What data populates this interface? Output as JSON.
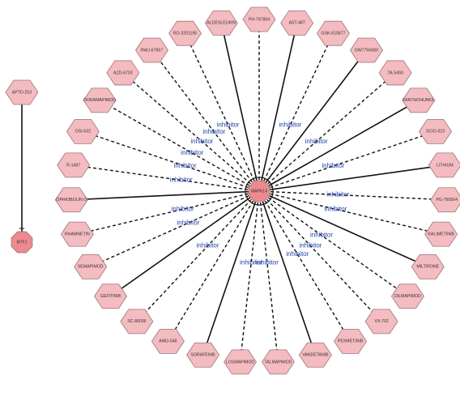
{
  "colors": {
    "node_fill": "#f4bcc0",
    "node_stroke": "#9a7478",
    "hub_fill": "#ee8a8e",
    "edge": "#111111",
    "edge_label": "#1f3fa8"
  },
  "hub": {
    "label": "MAPK14"
  },
  "side_graph": {
    "source": "APTO-253",
    "target": "MTF1"
  },
  "nodes": [
    {
      "label": "PH-797804",
      "edge": "dashed"
    },
    {
      "label": "AST-487",
      "edge": "solid"
    },
    {
      "label": "GSK-610677",
      "edge": "dashed"
    },
    {
      "label": "GW775608X",
      "edge": "solid"
    },
    {
      "label": "TA-5493",
      "edge": "dashed"
    },
    {
      "label": "XANTHOHUMOL",
      "edge": "solid"
    },
    {
      "label": "SCIO-323",
      "edge": "dashed"
    },
    {
      "label": "LITHIUM",
      "edge": "solid"
    },
    {
      "label": "PG-760564",
      "edge": "dashed"
    },
    {
      "label": "RALIMETINIB",
      "edge": "dashed"
    },
    {
      "label": "MILTIRONE",
      "edge": "solid"
    },
    {
      "label": "DILMAPIMOD",
      "edge": "dashed"
    },
    {
      "label": "VX-702",
      "edge": "dashed"
    },
    {
      "label": "PEXMETINIB",
      "edge": "dashed"
    },
    {
      "label": "VANDETANIB",
      "edge": "solid"
    },
    {
      "label": "TALMAPIMOD",
      "edge": "dashed"
    },
    {
      "label": "LOSMAPIMOD",
      "edge": "dashed"
    },
    {
      "label": "SORAFENIB",
      "edge": "solid"
    },
    {
      "label": "AMG-548",
      "edge": "dashed"
    },
    {
      "label": "SC-80036",
      "edge": "dashed"
    },
    {
      "label": "GEFITINIB",
      "edge": "solid"
    },
    {
      "label": "SEMAPIMOD",
      "edge": "dashed"
    },
    {
      "label": "RHAMNETIN",
      "edge": "dashed"
    },
    {
      "label": "OPHIOBOLIN O",
      "edge": "solid"
    },
    {
      "label": "R-1487",
      "edge": "dashed"
    },
    {
      "label": "OSI-632",
      "edge": "dashed"
    },
    {
      "label": "DORAMAPIMOD",
      "edge": "dashed"
    },
    {
      "label": "AZD-6703",
      "edge": "dashed"
    },
    {
      "label": "RWJ-67657",
      "edge": "dashed"
    },
    {
      "label": "RO-3201195",
      "edge": "dashed"
    },
    {
      "label": "ALDESLEUKIN",
      "edge": "solid"
    }
  ],
  "edge_labels": [
    {
      "text": "inhibitor",
      "node": "DORAMAPIMOD"
    },
    {
      "text": "inhibitor",
      "node": "OSI-632"
    },
    {
      "text": "inhibitor",
      "node": "AZD-6703"
    },
    {
      "text": "inhibitor",
      "node": "RWJ-67657"
    },
    {
      "text": "inhibitor",
      "node": "RO-3201195"
    },
    {
      "text": "inhibitor",
      "node": "GSK-610677"
    },
    {
      "text": "inhibitor",
      "node": "TA-5493"
    },
    {
      "text": "inhibitor",
      "node": "SCIO-323"
    },
    {
      "text": "inhibitor",
      "node": "R-1487"
    },
    {
      "text": "inhibitor",
      "node": "PG-760564"
    },
    {
      "text": "inhibitor",
      "node": "RALIMETINIB"
    },
    {
      "text": "inhibitor",
      "node": "RHAMNETIN"
    },
    {
      "text": "inhibitor",
      "node": "DILMAPIMOD"
    },
    {
      "text": "inhibitor",
      "node": "VX-702"
    },
    {
      "text": "inhibitor",
      "node": "PEXMETINIB"
    },
    {
      "text": "inhibitor",
      "node": "SEMAPIMOD"
    },
    {
      "text": "inhibitor",
      "node": "SC-80036"
    },
    {
      "text": "inhibitor",
      "node": "LOSMAPIMOD"
    },
    {
      "text": "inhibitor",
      "node": "TALMAPIMOD"
    }
  ]
}
